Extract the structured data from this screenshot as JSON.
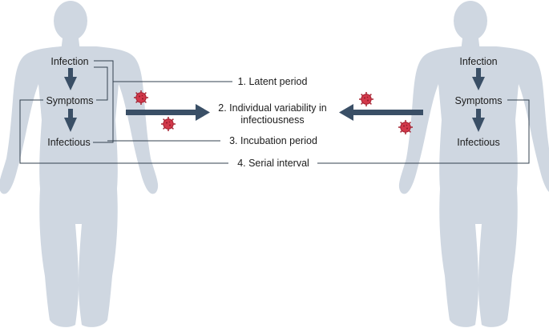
{
  "colors": {
    "silhouette": "#cfd7e1",
    "arrow": "#3a4f66",
    "line": "#33414f",
    "virus": "#d2384a",
    "virus_dark": "#a5202f",
    "text": "#1c1c1c"
  },
  "left_person": {
    "stages": [
      "Infection",
      "Symptoms",
      "Infectious"
    ]
  },
  "right_person": {
    "stages": [
      "Infection",
      "Symptoms",
      "Infectious"
    ]
  },
  "labels": {
    "latent": "1. Latent period",
    "variability_line1": "2. Individual variability in",
    "variability_line2": "infectiousness",
    "incubation": "3. Incubation period",
    "serial": "4. Serial interval"
  },
  "icons": {
    "person": "human-silhouette-icon",
    "virus": "virus-icon",
    "arrow": "transmission-arrow-icon"
  }
}
